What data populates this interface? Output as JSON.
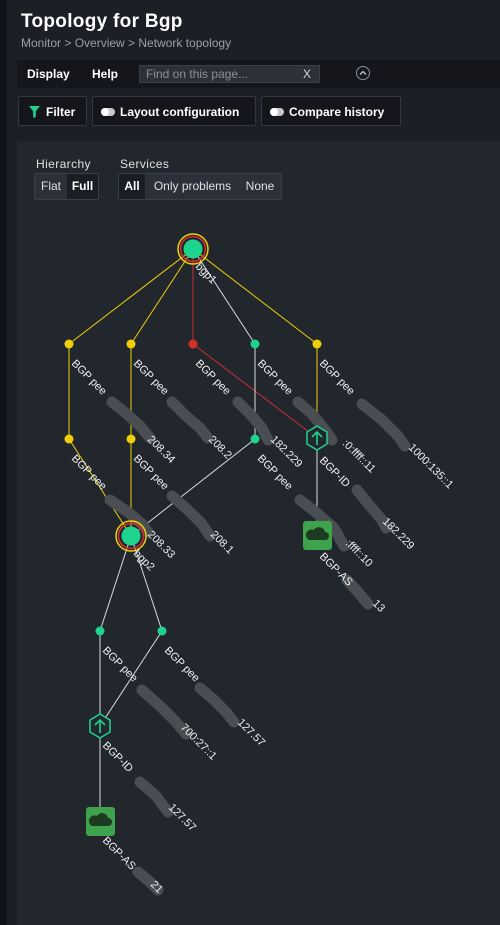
{
  "header": {
    "title": "Topology for Bgp",
    "breadcrumb": "Monitor > Overview > Network topology"
  },
  "menubar": {
    "display_label": "Display",
    "help_label": "Help",
    "search_placeholder": "Find on this page...",
    "clear_glyph": "X"
  },
  "toolbar": {
    "filter_label": "Filter",
    "layout_label": "Layout configuration",
    "compare_label": "Compare history"
  },
  "hierarchy": {
    "label": "Hierarchy",
    "options": [
      "Flat",
      "Full"
    ],
    "selected": "Full"
  },
  "services": {
    "label": "Services",
    "options": [
      "All",
      "Only problems",
      "None"
    ],
    "selected": "All"
  },
  "colors": {
    "ok": "#1ed48c",
    "warn": "#f0cf0a",
    "crit": "#d32f2f",
    "edge_ok": "#d9dde3",
    "cloud_bg": "#3fa34d"
  },
  "topology": {
    "labels": {
      "bgp1": "bgp1",
      "bgp2": "bgp2",
      "l1": "BGP pee",
      "l1_tail": "208.34",
      "l2": "BGP pee",
      "l2_tail": "208.2",
      "l3": "BGP pee",
      "l3_tail": "182.229",
      "l4": "BGP pee",
      "l4_tail": ":0:ffff::11",
      "l5": "BGP pee",
      "l5_tail": "1000:135::1",
      "l6": "BGP pee",
      "l6_tail": "208.33",
      "l7": "BGP pee",
      "l7_tail": "208.1",
      "l8": "BGP pee",
      "l8_tail": ":ffff::10",
      "l9": "BGP-ID",
      "l9_tail": "182.229",
      "l10": "BGP-AS",
      "l10_tail": "13",
      "l11": "BGP pee",
      "l11_tail": "700:27::1",
      "l12": "BGP pee",
      "l12_tail": "127.57",
      "l13": "BGP-ID",
      "l13_tail": "127.57",
      "l14": "BGP-AS",
      "l14_tail": "21"
    }
  }
}
